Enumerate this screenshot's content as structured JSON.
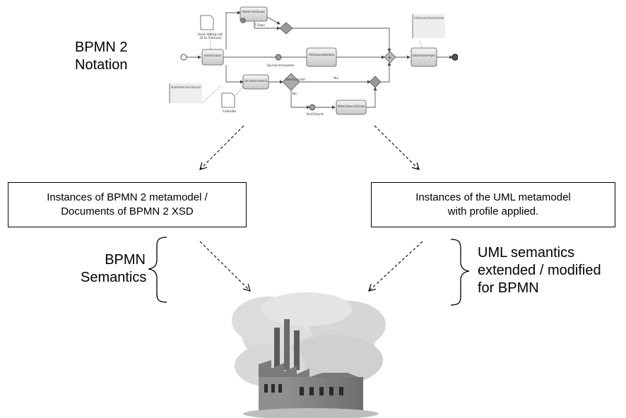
{
  "labels": {
    "bpmn_notation_line1": "BPMN 2",
    "bpmn_notation_line2": "Notation",
    "left_semantics_line1": "BPMN",
    "left_semantics_line2": "Semantics",
    "right_semantics_line1": "UML semantics",
    "right_semantics_line2": "extended / modified",
    "right_semantics_line3": "for BPMN"
  },
  "boxes": {
    "left_line1": "Instances of BPMN 2 metamodel /",
    "left_line2": "Documents of BPMN 2 XSD",
    "right_line1": "Instances of the UML metamodel",
    "right_line2": "with profile applied."
  },
  "bpmn_thumbnail": {
    "doc_issue_voting": "Issue Voting List",
    "doc_issue_voting_sub": "[0 to 5 Issues]",
    "task_announce": "Announce Issues for Discussion",
    "task_moderate_email": "Moderate E-mail Discussion",
    "edge_7days": "7 Days",
    "event_delay": "Delay 6 days from Announcement",
    "task_email_deadline": "E-Mail Discussion Deadline Warning",
    "task_check_calendar": "Check Calendar for Conference Call",
    "gateway_conference": "Conference Call in Discussion Week?",
    "edge_yes": "Yes",
    "edge_no": "No",
    "note_allow": "Allow 1 week for the discussion of the Issues - through e-mail or calls",
    "doc_calendar": "Calendar",
    "event_wait": "Wait until Thursday, 9am",
    "task_moderate_conf": "Moderate Conference Call Discussion",
    "note_task_returns": "This Task returns the value of the Discussion Over to True or False",
    "task_evaluate": "Evaluate Discussion Progress"
  }
}
